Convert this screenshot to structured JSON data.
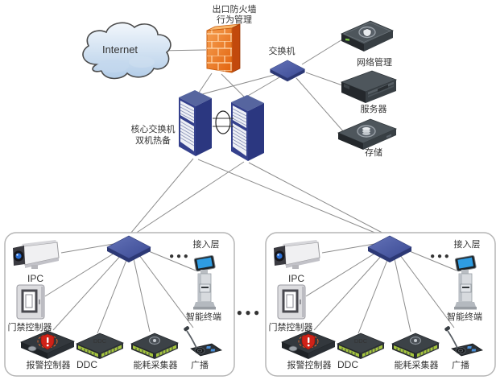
{
  "colors": {
    "device_blue": "#3b4a94",
    "device_blue_dark": "#2b3780",
    "firewall_orange": "#e8731a",
    "alarm_red": "#cf2218",
    "terminal_green": "#a6c63e",
    "appliance_gray": "#4e565c",
    "line_gray": "#8c8c8c"
  },
  "internet_label": "Internet",
  "firewall_label_1": "出口防火墙",
  "firewall_label_2": "行为管理",
  "top_switch_label": "交换机",
  "management_label": "网络管理",
  "server_label": "服务器",
  "storage_label": "存储",
  "core_switch_label_1": "核心交换机",
  "core_switch_label_2": "双机热备",
  "ellipsis_small": "● ● ●",
  "ellipsis_large": "● ● ●",
  "access": {
    "layer_label": "接入层",
    "ipc": "IPC",
    "door": "门禁控制器",
    "alarm": "报警控制器",
    "ddc": "DDC",
    "ddc_print": "DDC",
    "energy": "能耗采集器",
    "broadcast": "广播",
    "terminal": "智能终端"
  }
}
